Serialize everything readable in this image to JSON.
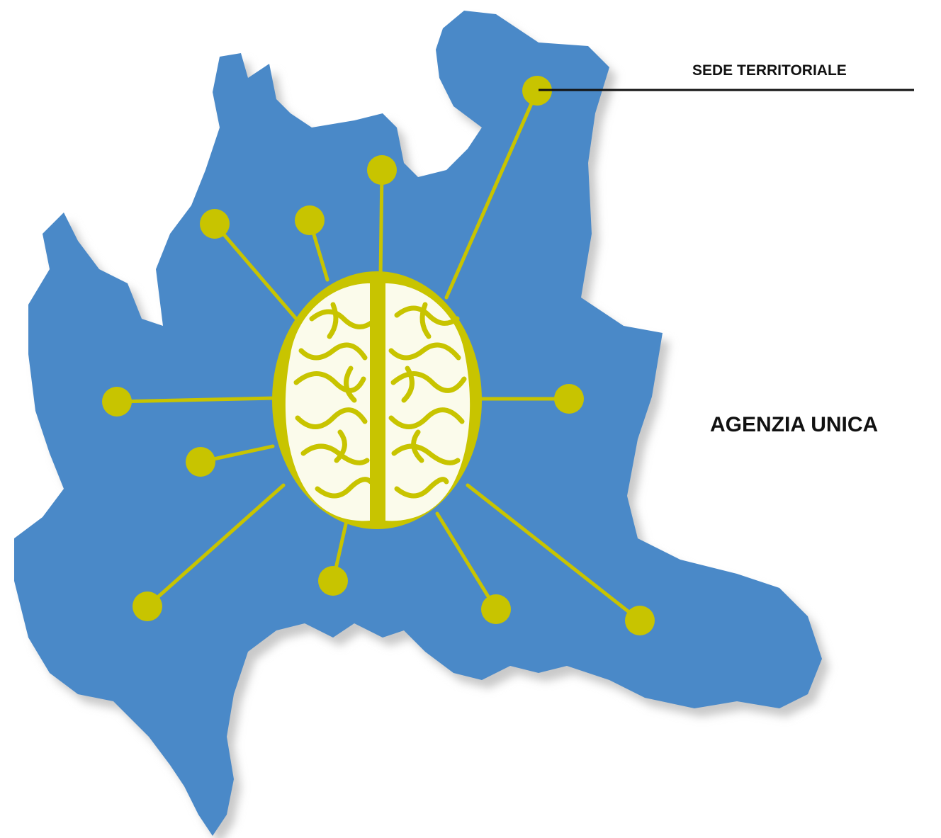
{
  "labels": {
    "sede_territoriale": "SEDE TERRITORIALE",
    "agenzia_unica": "AGENZIA UNICA"
  },
  "colors": {
    "region_fill": "#4a89c8",
    "region_shadow": "#c9c9c9",
    "node_fill": "#c8c400",
    "connector": "#c8c400",
    "brain_fill": "#c8c400",
    "brain_folds": "#ffffff",
    "callout_line": "#111111",
    "label_text": "#111111"
  },
  "icons": {
    "region": "lombardy-region-map",
    "hub": "brain-icon",
    "node": "territorial-office-dot"
  }
}
